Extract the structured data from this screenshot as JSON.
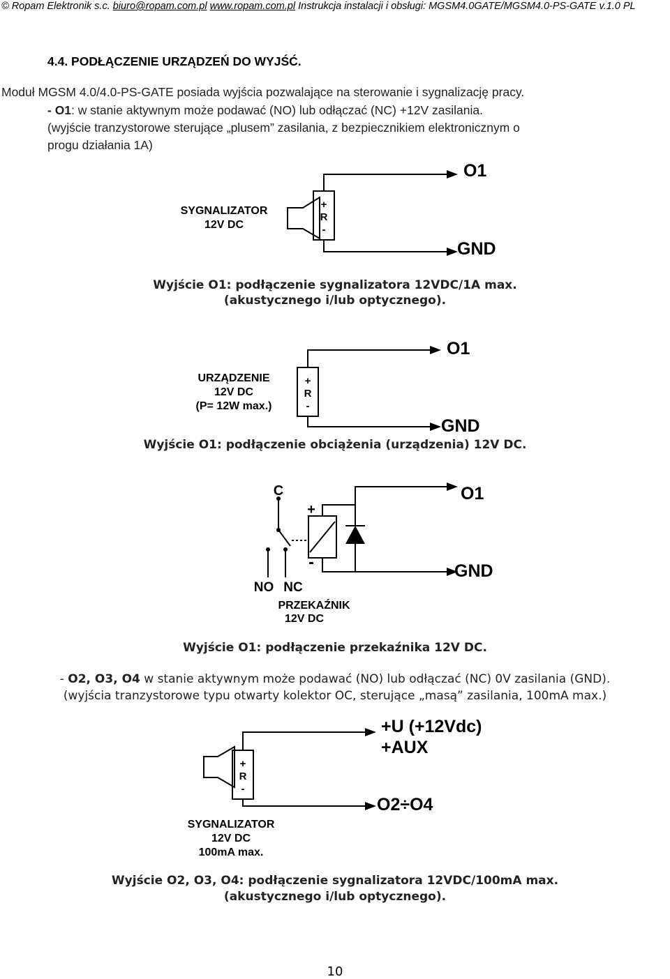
{
  "header": {
    "company": "© Ropam Elektronik s.c.",
    "email": "biuro@ropam.com.pl",
    "website": "www.ropam.com.pl",
    "doc_title": "Instrukcja instalacji i obsługi: MGSM4.0GATE/MGSM4.0-PS-GATE v.1.0 PL"
  },
  "section": {
    "title": "4.4. PODŁĄCZENIE URZĄDZEŃ DO WYJŚĆ.",
    "intro": "Moduł MGSM 4.0/4.0-PS-GATE posiada wyjścia pozwalające na sterowanie i sygnalizację pracy.",
    "o1_prefix": "- O1",
    "o1_text": ": w stanie aktywnym może podawać (NO) lub odłączać (NC) +12V zasilania.",
    "o1_note_line1": "(wyjście tranzystorowe sterujące „plusem” zasilania, z bezpiecznikiem elektronicznym o",
    "o1_note_line2": "progu działania 1A)"
  },
  "diagram1": {
    "out": "O1",
    "gnd": "GND",
    "dev_line1": "SYGNALIZATOR",
    "dev_line2": "12V DC",
    "term_plus": "+",
    "term_r": "R",
    "term_minus": "-",
    "caption_line1": "Wyjście O1: podłączenie sygnalizatora 12VDC/1A max.",
    "caption_line2": "(akustycznego i/lub optycznego)."
  },
  "diagram2": {
    "out": "O1",
    "gnd": "GND",
    "dev_line1": "URZĄDZENIE",
    "dev_line2": "12V DC",
    "dev_line3": "(P= 12W max.)",
    "term_plus": "+",
    "term_r": "R",
    "term_minus": "-",
    "caption": "Wyjście O1: podłączenie obciążenia (urządzenia) 12V DC."
  },
  "diagram3": {
    "out": "O1",
    "gnd": "GND",
    "c": "C",
    "no": "NO",
    "nc": "NC",
    "plus": "+",
    "minus": "-",
    "relay_line1": "PRZEKAŹNIK",
    "relay_line2": "12V DC",
    "caption": "Wyjście O1: podłączenie przekaźnika 12V DC."
  },
  "o2": {
    "line1_prefix": "- ",
    "line1_bold": "O2, O3, O4",
    "line1_text": " w stanie aktywnym może podawać (NO) lub odłączać (NC) 0V zasilania (GND).",
    "line2": "(wyjścia tranzystorowe typu otwarty kolektor OC, sterujące „masą” zasilania, 100mA max.)"
  },
  "diagram4": {
    "supply_line1": "+U (+12Vdc)",
    "supply_line2": "+AUX",
    "out": "O2÷O4",
    "term_plus": "+",
    "term_r": "R",
    "term_minus": "-",
    "dev_line1": "SYGNALIZATOR",
    "dev_line2": "12V DC",
    "dev_line3": "100mA max.",
    "caption_line1": "Wyjście O2, O3, O4: podłączenie sygnalizatora 12VDC/100mA max.",
    "caption_line2": "(akustycznego i/lub optycznego)."
  },
  "page_number": "10"
}
